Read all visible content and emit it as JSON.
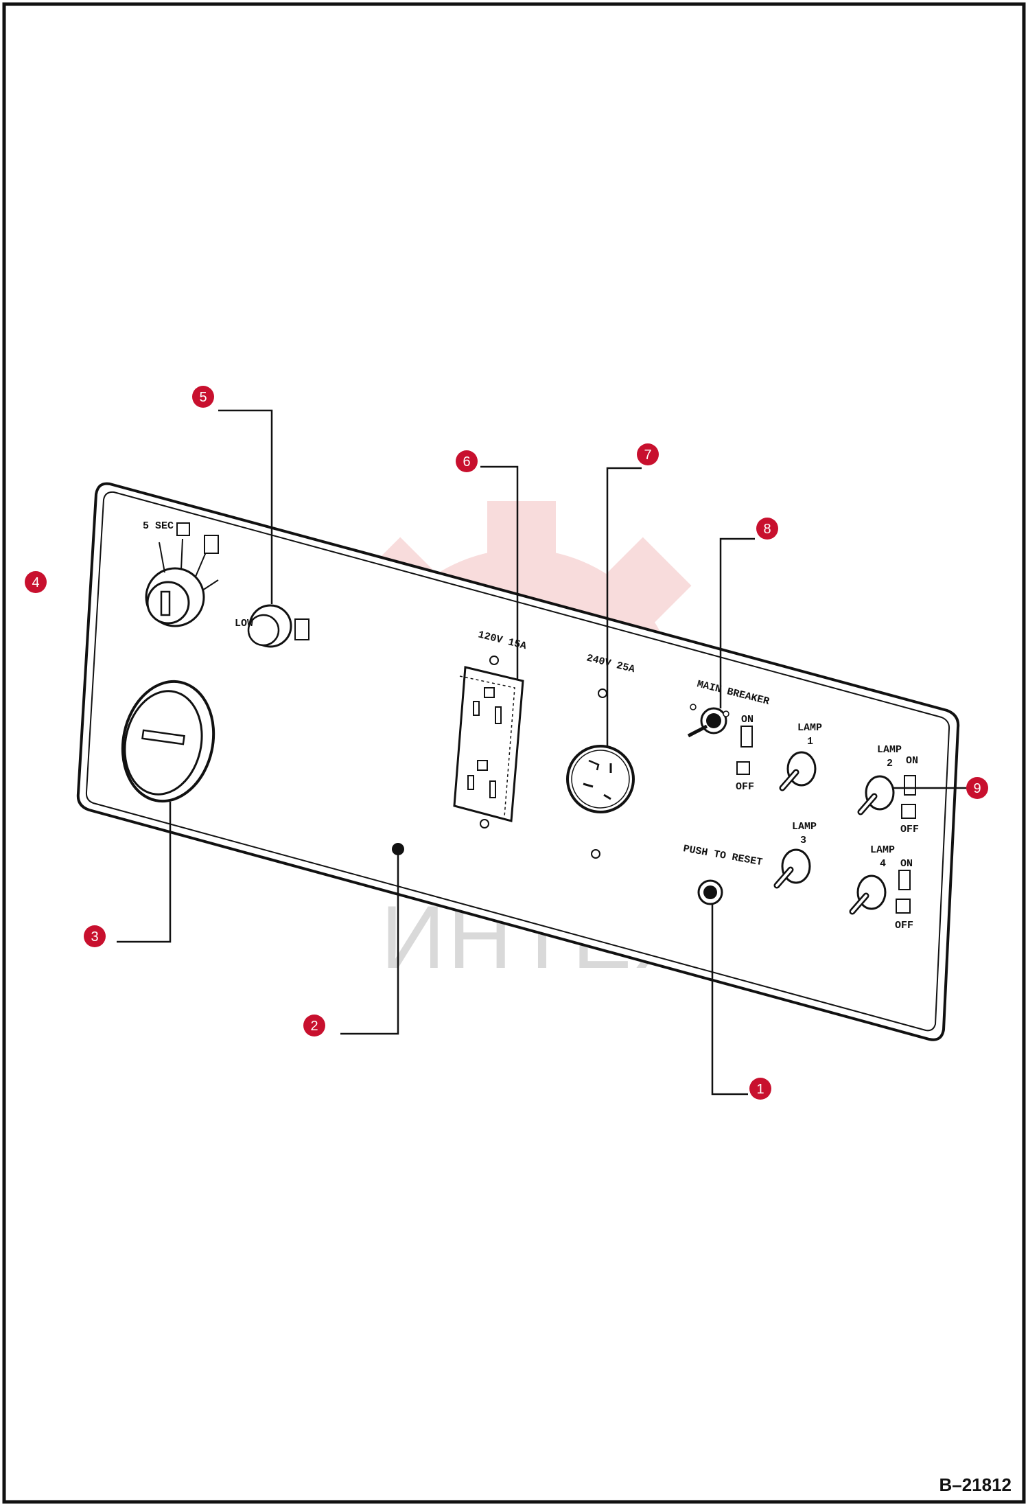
{
  "drawing_id": "B–21812",
  "watermark": {
    "text": "ИНТЕХ"
  },
  "panel_labels": {
    "time_5sec": "5 SEC",
    "outlet_120": "120V 15A",
    "outlet_240": "240V 25A",
    "main_breaker": "MAIN BREAKER",
    "on": "ON",
    "off": "OFF",
    "lamp": "LAMP",
    "lamp_1_num": "1",
    "lamp_2_num": "2",
    "lamp_3_num": "3",
    "lamp_4_num": "4",
    "push_to_reset": "PUSH TO RESET",
    "low": "LOW"
  },
  "callouts": [
    {
      "num": "1",
      "part": "reset-button"
    },
    {
      "num": "2",
      "part": "panel-hole"
    },
    {
      "num": "3",
      "part": "hour-meter"
    },
    {
      "num": "4",
      "part": "control-panel"
    },
    {
      "num": "5",
      "part": "low-oil-lamp"
    },
    {
      "num": "6",
      "part": "120v-receptacle"
    },
    {
      "num": "7",
      "part": "240v-receptacle"
    },
    {
      "num": "8",
      "part": "main-breaker"
    },
    {
      "num": "9",
      "part": "lamp-switch"
    }
  ],
  "colors": {
    "callout": "#c8102e",
    "line": "#111111",
    "watermark": "#f3c1c1"
  }
}
